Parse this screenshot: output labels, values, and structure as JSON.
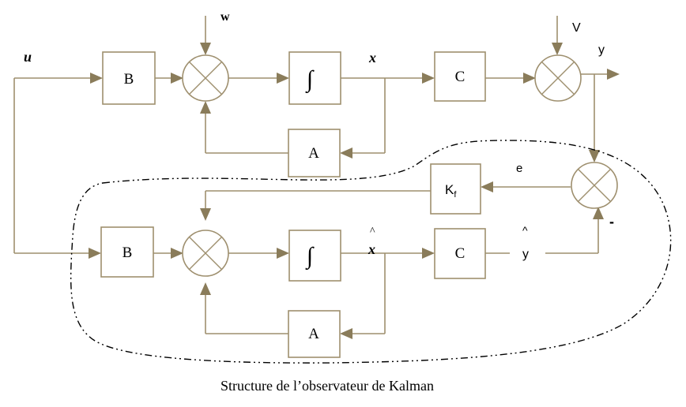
{
  "diagram": {
    "title": "Structure de l’observateur de Kalman",
    "colors": {
      "line": "#9e8f6e",
      "arrow": "#8a7c5a",
      "text": "#000000"
    },
    "signals": {
      "input": "u",
      "process_noise": "w",
      "measurement_noise": "V",
      "state": "x",
      "output": "y",
      "error": "e",
      "hat": "^",
      "estimated_state": "x",
      "estimated_output": "y",
      "minus": "-"
    },
    "blocks": {
      "plant_b": "B",
      "plant_integrator": "∫",
      "plant_c": "C",
      "plant_a": "A",
      "gain": "K",
      "gain_subscript": "f",
      "observer_b": "B",
      "observer_integrator": "∫",
      "observer_c": "C",
      "observer_a": "A"
    }
  }
}
